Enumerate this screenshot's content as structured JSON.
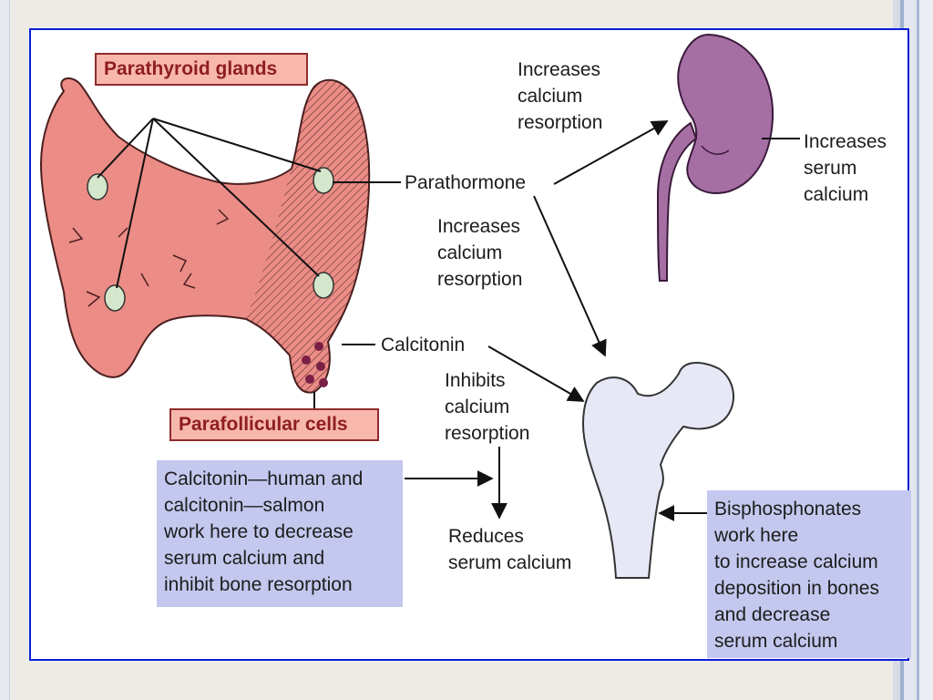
{
  "labels": {
    "parathyroid_glands": "Parathyroid glands",
    "parafollicular_cells": "Parafollicular cells",
    "parathormone": "Parathormone",
    "calcitonin": "Calcitonin",
    "kidney_resorption": "Increases\ncalcium\nresorption",
    "kidney_serum": "Increases\nserum\ncalcium",
    "bone_resorption": "Increases\ncalcium\nresorption",
    "inhibits": "Inhibits\ncalcium\nresorption",
    "reduces": "Reduces\nserum calcium"
  },
  "notes": {
    "calcitonin_note": "Calcitonin—human and\ncalcitonin—salmon\nwork here to decrease\nserum calcium and\ninhibit bone resorption",
    "bisphosphonates_note": "Bisphosphonates\nwork here\nto increase calcium\ndeposition in bones\nand decrease\nserum calcium"
  },
  "colors": {
    "slide_border": "#0b1cd8",
    "thyroid": "#ec8c86",
    "gland": "#d4e6cc",
    "kidney": "#a66fa4",
    "bone": "#e7e8f6",
    "note_box": "#c4c8ee",
    "label_box": "#f7b7ad"
  },
  "icons": {
    "thyroid": "thyroid-gland-illustration",
    "kidney": "kidney-illustration",
    "bone": "femur-illustration"
  }
}
